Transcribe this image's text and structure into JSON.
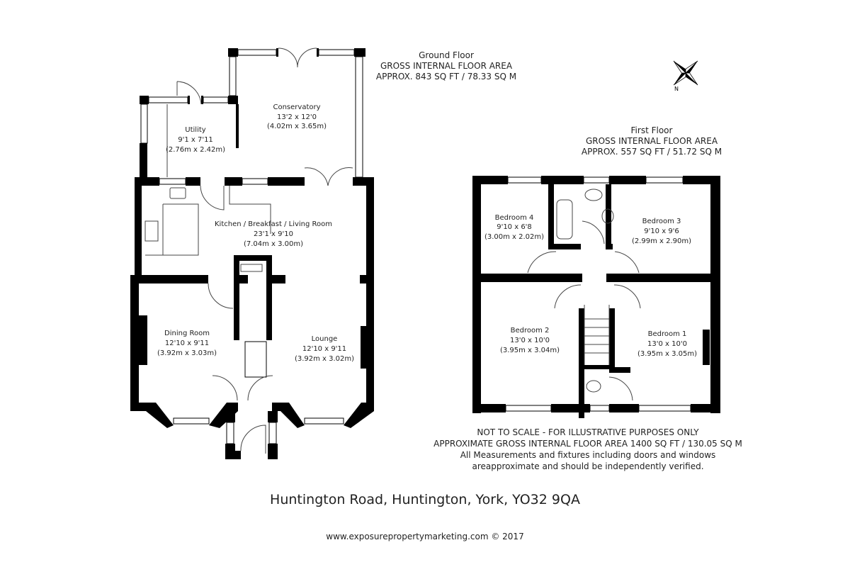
{
  "ground_floor": {
    "title": "Ground Floor",
    "area_label": "GROSS INTERNAL FLOOR AREA",
    "area": "APPROX. 843 SQ FT / 78.33 SQ M",
    "rooms": [
      {
        "name": "Conservatory",
        "imperial": "13'2 x 12'0",
        "metric": "(4.02m x 3.65m)"
      },
      {
        "name": "Utility",
        "imperial": "9'1 x 7'11",
        "metric": "(2.76m x 2.42m)"
      },
      {
        "name": "Kitchen / Breakfast / Living Room",
        "imperial": "23'1 x 9'10",
        "metric": "(7.04m x 3.00m)"
      },
      {
        "name": "Dining Room",
        "imperial": "12'10 x 9'11",
        "metric": "(3.92m x 3.03m)"
      },
      {
        "name": "Lounge",
        "imperial": "12'10 x 9'11",
        "metric": "(3.92m x 3.02m)"
      }
    ]
  },
  "first_floor": {
    "title": "First Floor",
    "area_label": "GROSS INTERNAL FLOOR AREA",
    "area": "APPROX. 557 SQ FT / 51.72 SQ M",
    "rooms": [
      {
        "name": "Bedroom 4",
        "imperial": "9'10 x 6'8",
        "metric": "(3.00m x 2.02m)"
      },
      {
        "name": "Bedroom 3",
        "imperial": "9'10 x 9'6",
        "metric": "(2.99m x 2.90m)"
      },
      {
        "name": "Bedroom 2",
        "imperial": "13'0 x 10'0",
        "metric": "(3.95m x 3.04m)"
      },
      {
        "name": "Bedroom 1",
        "imperial": "13'0 x 10'0",
        "metric": "(3.95m x 3.05m)"
      }
    ]
  },
  "compass": {
    "label": "N"
  },
  "notes": {
    "line1": "NOT TO SCALE - FOR ILLUSTRATIVE PURPOSES ONLY",
    "line2": "APPROXIMATE GROSS INTERNAL FLOOR AREA 1400 SQ FT / 130.05 SQ M",
    "line3": "All Measurements and fixtures including doors and windows",
    "line4": "areapproximate and should be independently verified."
  },
  "address": "Huntington Road, Huntington, York, YO32 9QA",
  "website": "www.exposurepropertymarketing.com © 2017"
}
